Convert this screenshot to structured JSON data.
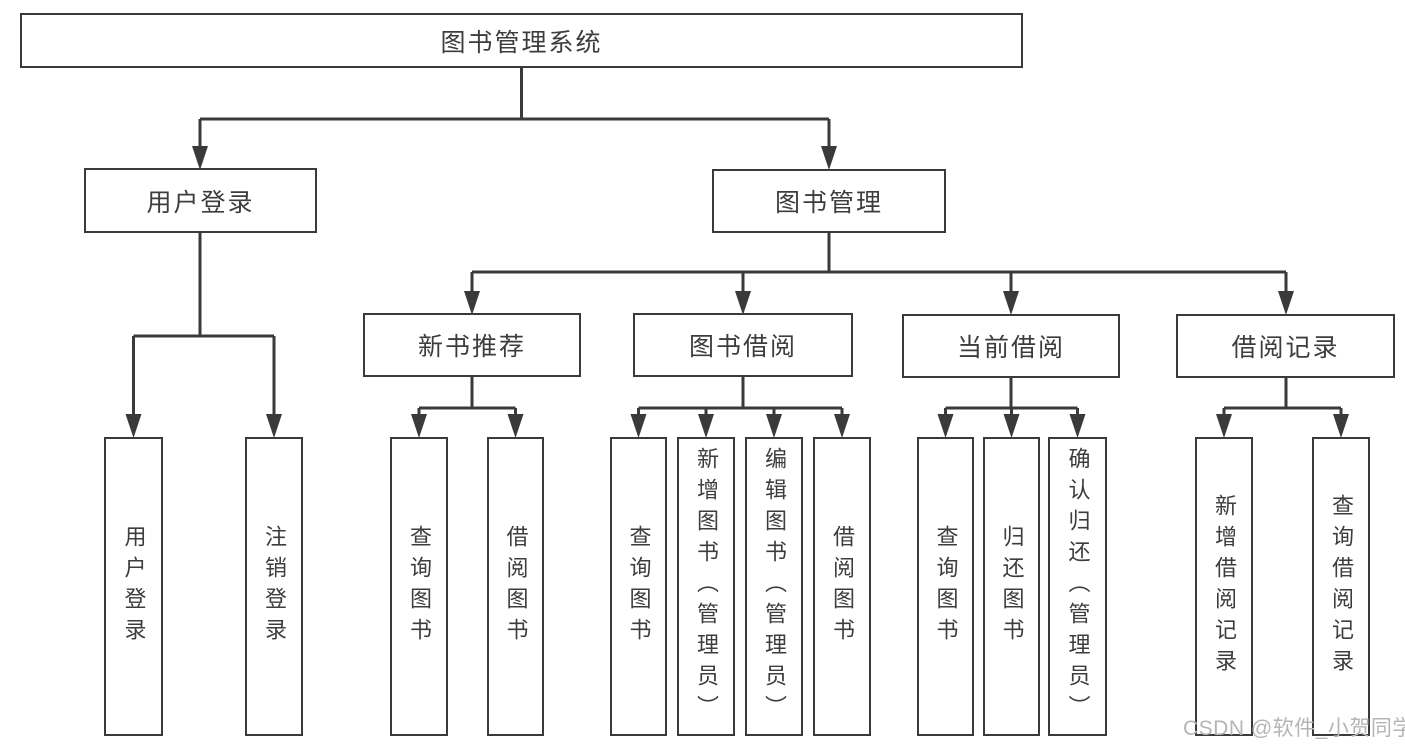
{
  "diagram": {
    "root": {
      "label": "图书管理系统"
    },
    "branches": [
      {
        "label": "用户登录",
        "children": [
          {
            "label": "用户登录"
          },
          {
            "label": "注销登录"
          }
        ]
      },
      {
        "label": "图书管理",
        "children": [
          {
            "label": "新书推荐",
            "children": [
              {
                "label": "查询图书"
              },
              {
                "label": "借阅图书"
              }
            ]
          },
          {
            "label": "图书借阅",
            "children": [
              {
                "label": "查询图书"
              },
              {
                "label": "新增图书（管理员）"
              },
              {
                "label": "编辑图书（管理员）"
              },
              {
                "label": "借阅图书"
              }
            ]
          },
          {
            "label": "当前借阅",
            "children": [
              {
                "label": "查询图书"
              },
              {
                "label": "归还图书"
              },
              {
                "label": "确认归还（管理员）"
              }
            ]
          },
          {
            "label": "借阅记录",
            "children": [
              {
                "label": "新增借阅记录"
              },
              {
                "label": "查询借阅记录"
              }
            ]
          }
        ]
      }
    ]
  },
  "watermark": {
    "text": "CSDN @软件_小贺同学"
  },
  "colors": {
    "line": "#3a3a3a",
    "text": "#3d3d3d",
    "background": "#ffffff",
    "watermark": "#b5b5b5"
  }
}
